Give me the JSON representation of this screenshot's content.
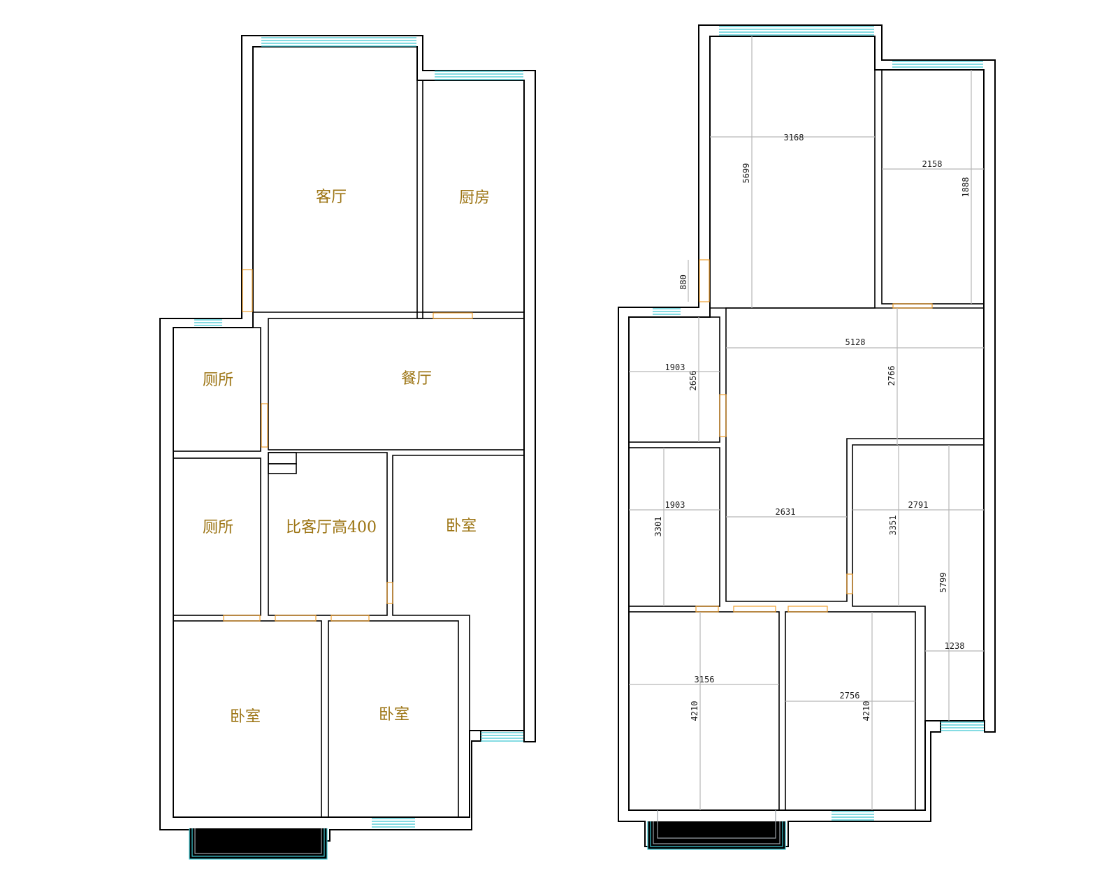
{
  "plan_left": {
    "rooms": {
      "living": "客厅",
      "kitchen": "厨房",
      "dining": "餐厅",
      "toilet_1": "厕所",
      "toilet_2": "厕所",
      "raised_area": "比客厅高400",
      "bedroom_east": "卧室",
      "bedroom_sw": "卧室",
      "bedroom_s": "卧室"
    }
  },
  "plan_right": {
    "dimensions": {
      "living_width": "3168",
      "living_depth": "5699",
      "kitchen_width": "2158",
      "kitchen_depth": "1888",
      "entry_door": "880",
      "dining_width": "5128",
      "dining_depth": "2766",
      "toilet1_width": "1903",
      "toilet1_depth": "2656",
      "toilet2_width": "1903",
      "toilet2_depth": "3301",
      "middle_width": "2631",
      "bedroom_e_width": "2791",
      "bedroom_e_depth": "3351",
      "east_total_depth": "5799",
      "east_balcony_width": "1238",
      "bedroom_sw_width": "3156",
      "bedroom_sw_depth": "4210",
      "bedroom_s_width": "2756",
      "bedroom_s_depth": "4210"
    }
  },
  "colors": {
    "wall": "#000000",
    "window": "#3cc8d2",
    "door": "#f0a030",
    "label": "#9c7413",
    "dimension_line": "#b7b7b7"
  }
}
